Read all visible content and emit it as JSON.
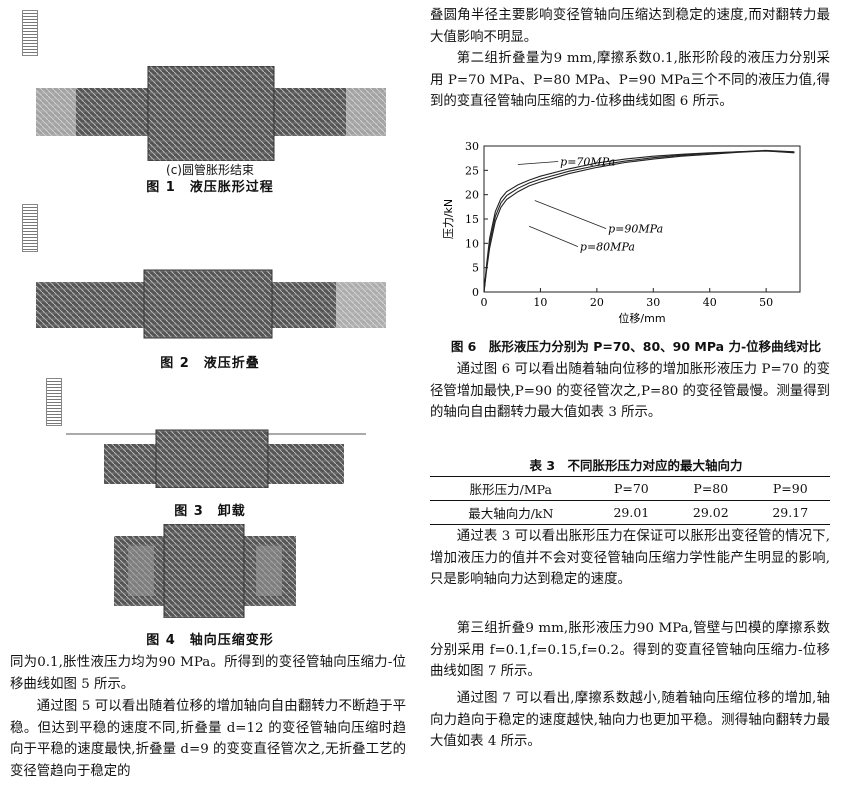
{
  "left": {
    "fig1_subcaption": "(c)圆管胀形结束",
    "fig1_caption": "图 1　液压胀形过程",
    "fig2_caption": "图 2　液压折叠",
    "fig3_caption": "图 3　卸载",
    "fig4_caption": "图 4　轴向压缩变形",
    "para1": "同为0.1,胀性液压力均为90 MPa。所得到的变径管轴向压缩力-位移曲线如图 5 所示。",
    "para2": "通过图 5 可以看出随着位移的增加轴向自由翻转力不断趋于平稳。但达到平稳的速度不同,折叠量 d=12 的变径管轴向压缩时趋向于平稳的速度最快,折叠量 d=9 的变变直径管次之,无折叠工艺的变径管趋向于稳定的"
  },
  "right": {
    "para1": "叠圆角半径主要影响变径管轴向压缩达到稳定的速度,而对翻转力最大值影响不明显。",
    "para2": "第二组折叠量为9 mm,摩擦系数0.1,胀形阶段的液压力分别采用 P=70 MPa、P=80 MPa、P=90 MPa三个不同的液压力值,得到的变直径管轴向压缩的力-位移曲线如图 6 所示。",
    "fig6_caption": "图 6　胀形液压力分别为 P=70、80、90 MPa 力-位移曲线对比",
    "para3": "通过图 6 可以看出随着轴向位移的增加胀形液压力 P=70 的变径管增加最快,P=90 的变径管次之,P=80 的变径管最慢。测量得到的轴向自由翻转力最大值如表 3 所示。",
    "table3": {
      "caption": "表 3　不同胀形压力对应的最大轴向力",
      "header": [
        "胀形压力/MPa",
        "P=70",
        "P=80",
        "P=90"
      ],
      "row": [
        "最大轴向力/kN",
        "29.01",
        "29.02",
        "29.17"
      ]
    },
    "para4": "通过表 3 可以看出胀形压力在保证可以胀形出变径管的情况下,增加液压力的值并不会对变径管轴向压缩力学性能产生明显的影响,只是影响轴向力达到稳定的速度。",
    "para5": "第三组折叠9 mm,胀形液压力90 MPa,管壁与凹模的摩擦系数分别采用 f=0.1,f=0.15,f=0.2。得到的变直径管轴向压缩力-位移曲线如图 7 所示。",
    "para6": "通过图 7 可以看出,摩擦系数越小,随着轴向压缩位移的增加,轴向力趋向于稳定的速度越快,轴向力也更加平稳。测得轴向翻转力最大值如表 4 所示。"
  },
  "chart_data": {
    "type": "line",
    "xlabel": "位移/mm",
    "ylabel": "压力/kN",
    "xlim": [
      0,
      56
    ],
    "ylim": [
      0,
      30
    ],
    "xticks": [
      0,
      10,
      20,
      30,
      40,
      50
    ],
    "yticks": [
      0,
      5,
      10,
      15,
      20,
      25,
      30
    ],
    "series": [
      {
        "name": "p=70MPa",
        "x": [
          0,
          0.5,
          1,
          2,
          3,
          4,
          6,
          8,
          10,
          15,
          20,
          25,
          30,
          35,
          40,
          45,
          50,
          55
        ],
        "y": [
          0,
          6,
          11,
          16.5,
          19.2,
          20.6,
          22,
          23,
          23.8,
          25.3,
          26.5,
          27.3,
          27.9,
          28.3,
          28.6,
          28.8,
          29.0,
          28.6
        ]
      },
      {
        "name": "p=90MPa",
        "x": [
          0,
          0.5,
          1,
          2,
          3,
          4,
          6,
          8,
          10,
          15,
          20,
          25,
          30,
          35,
          40,
          45,
          50,
          55
        ],
        "y": [
          0,
          5.5,
          10,
          15.5,
          18.3,
          19.8,
          21.3,
          22.4,
          23.2,
          24.8,
          26.0,
          26.9,
          27.6,
          28.1,
          28.5,
          28.8,
          29.1,
          28.8
        ]
      },
      {
        "name": "p=80MPa",
        "x": [
          0,
          0.5,
          1,
          2,
          3,
          4,
          6,
          8,
          10,
          15,
          20,
          25,
          30,
          35,
          40,
          45,
          50,
          55
        ],
        "y": [
          0,
          4.8,
          9,
          14.5,
          17.4,
          19.0,
          20.6,
          21.8,
          22.6,
          24.3,
          25.6,
          26.6,
          27.3,
          27.9,
          28.3,
          28.7,
          29.0,
          28.7
        ]
      }
    ]
  }
}
